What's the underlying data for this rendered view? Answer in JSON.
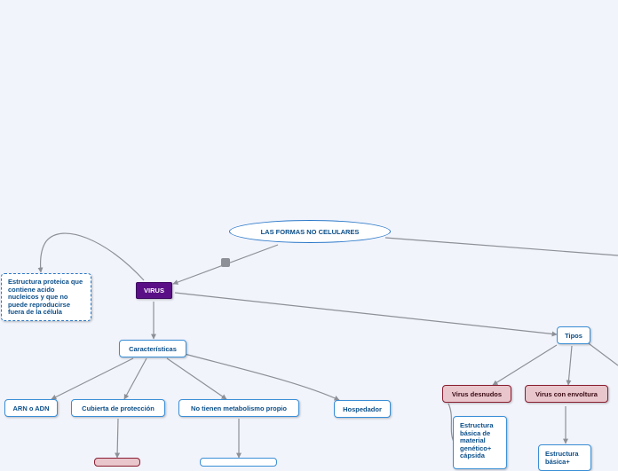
{
  "map": {
    "root": {
      "label": "LAS FORMAS NO CELULARES"
    },
    "virus": {
      "label": "VIRUS"
    },
    "description": {
      "label": "Estructura proteica que contiene acido nucleicos y que no puede reproducirse fuera de la célula"
    },
    "caracteristicas": {
      "label": "Características"
    },
    "tipos": {
      "label": "Tipos"
    },
    "arn_adn": {
      "label": "ARN o ADN"
    },
    "cubierta": {
      "label": "Cubierta de protección"
    },
    "metabolismo": {
      "label": "No tienen metabolismo propio"
    },
    "hospedador": {
      "label": "Hospedador"
    },
    "desnudos": {
      "label": "Virus desnudos"
    },
    "envoltura": {
      "label": "Virus con envoltura"
    },
    "estructura_desnudos": {
      "label": "Estructura básica de material genético+ cápsida"
    },
    "estructura_envoltura": {
      "label": "Estructura básica+"
    }
  },
  "colors": {
    "background": "#f2f4fc",
    "node_border": "#3a8fd6",
    "node_text": "#0b4f8a",
    "virus_fill": "#5a0f86",
    "type_fill": "#e8c6cc",
    "connector": "#8e9097"
  }
}
